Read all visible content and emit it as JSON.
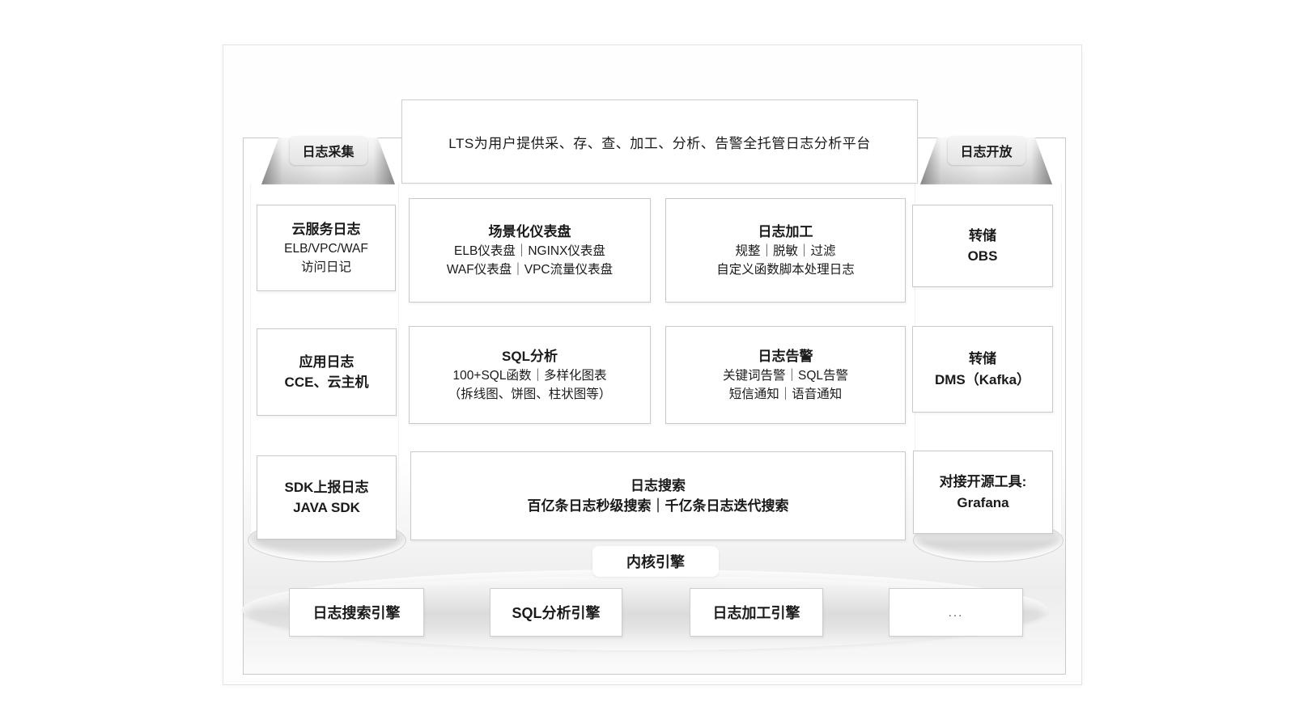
{
  "banner": {
    "text": "LTS为用户提供采、存、查、加工、分析、告警全托管日志分析平台"
  },
  "tabs": {
    "collect": "日志采集",
    "open": "日志开放"
  },
  "cards": {
    "cloud_service_log": {
      "title": "云服务日志",
      "line1": "ELB/VPC/WAF",
      "line2": "访问日记"
    },
    "scenario_dashboard": {
      "title": "场景化仪表盘",
      "line1": "ELB仪表盘｜NGINX仪表盘",
      "line2": "WAF仪表盘｜VPC流量仪表盘"
    },
    "log_processing": {
      "title": "日志加工",
      "line1": "规整｜脱敏｜过滤",
      "line2": "自定义函数脚本处理日志"
    },
    "dump_obs": {
      "title": "转储",
      "line1": "OBS"
    },
    "app_log": {
      "title": "应用日志",
      "line1": "CCE、云主机"
    },
    "sql_analysis": {
      "title": "SQL分析",
      "line1": "100+SQL函数｜多样化图表",
      "line2": "（拆线图、饼图、柱状图等）"
    },
    "log_alarm": {
      "title": "日志告警",
      "line1": "关键词告警｜SQL告警",
      "line2": "短信通知｜语音通知"
    },
    "dump_dms": {
      "title": "转储",
      "line1": "DMS（Kafka）"
    },
    "sdk_report_log": {
      "title": "SDK上报日志",
      "line1": "JAVA SDK"
    },
    "log_search": {
      "title": "日志搜索",
      "line1": "百亿条日志秒级搜索｜千亿条日志迭代搜索"
    },
    "open_source_tools": {
      "title": "对接开源工具:",
      "line1": "Grafana"
    }
  },
  "kernel": {
    "label": "内核引擎",
    "engines": [
      {
        "label": "日志搜索引擎"
      },
      {
        "label": "SQL分析引擎"
      },
      {
        "label": "日志加工引擎"
      },
      {
        "label": "..."
      }
    ]
  },
  "colors": {
    "panel_border": "#c9c9c9",
    "card_border": "#c9c9c9",
    "funnel_silver_edge": "#8f8f8f",
    "text": "#1a1a1a",
    "disc_gray": "#dbdbdb"
  }
}
